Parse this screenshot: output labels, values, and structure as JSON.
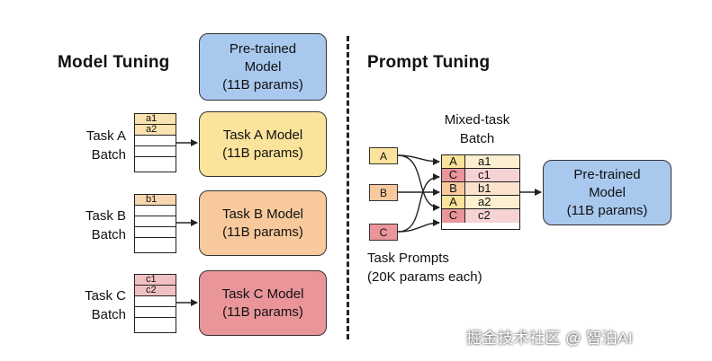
{
  "model_tuning": {
    "title": "Model Tuning",
    "pretrained": {
      "line1": "Pre-trained",
      "line2": "Model",
      "line3": "(11B params)",
      "color": "#a9c8ee"
    },
    "tasks": [
      {
        "label1": "Task A",
        "label2": "Batch",
        "entries": [
          "a1",
          "a2"
        ],
        "entry_color": "#fae3b0",
        "model1": "Task A Model",
        "model2": "(11B params)",
        "color": "#fbe39b"
      },
      {
        "label1": "Task B",
        "label2": "Batch",
        "entries": [
          "b1"
        ],
        "entry_color": "#f8d6b2",
        "model1": "Task B Model",
        "model2": "(11B params)",
        "color": "#f8c99c"
      },
      {
        "label1": "Task C",
        "label2": "Batch",
        "entries": [
          "c1",
          "c2"
        ],
        "entry_color": "#f1c1c1",
        "model1": "Task C Model",
        "model2": "(11B params)",
        "color": "#e9959a"
      }
    ]
  },
  "prompt_tuning": {
    "title": "Prompt Tuning",
    "batch_title1": "Mixed-task",
    "batch_title2": "Batch",
    "prompts": [
      "A",
      "B",
      "C"
    ],
    "prompt_colors": [
      "#fbe39b",
      "#f8c99c",
      "#e9959a"
    ],
    "mixed_rows": [
      {
        "k": "A",
        "v": "a1",
        "color": "#fbe39b",
        "vcolor": "#fdf0d0"
      },
      {
        "k": "C",
        "v": "c1",
        "color": "#e9959a",
        "vcolor": "#f6d2d3"
      },
      {
        "k": "B",
        "v": "b1",
        "color": "#f8c99c",
        "vcolor": "#fbe2cc"
      },
      {
        "k": "A",
        "v": "a2",
        "color": "#fbe39b",
        "vcolor": "#fdf0d0"
      },
      {
        "k": "C",
        "v": "c2",
        "color": "#e9959a",
        "vcolor": "#f6d2d3"
      }
    ],
    "prompts_label1": "Task Prompts",
    "prompts_label2": "(20K params each)",
    "pretrained": {
      "line1": "Pre-trained",
      "line2": "Model",
      "line3": "(11B params)",
      "color": "#a9c8ee"
    }
  },
  "watermark": "掘金技术社区 @ 智泊AI"
}
